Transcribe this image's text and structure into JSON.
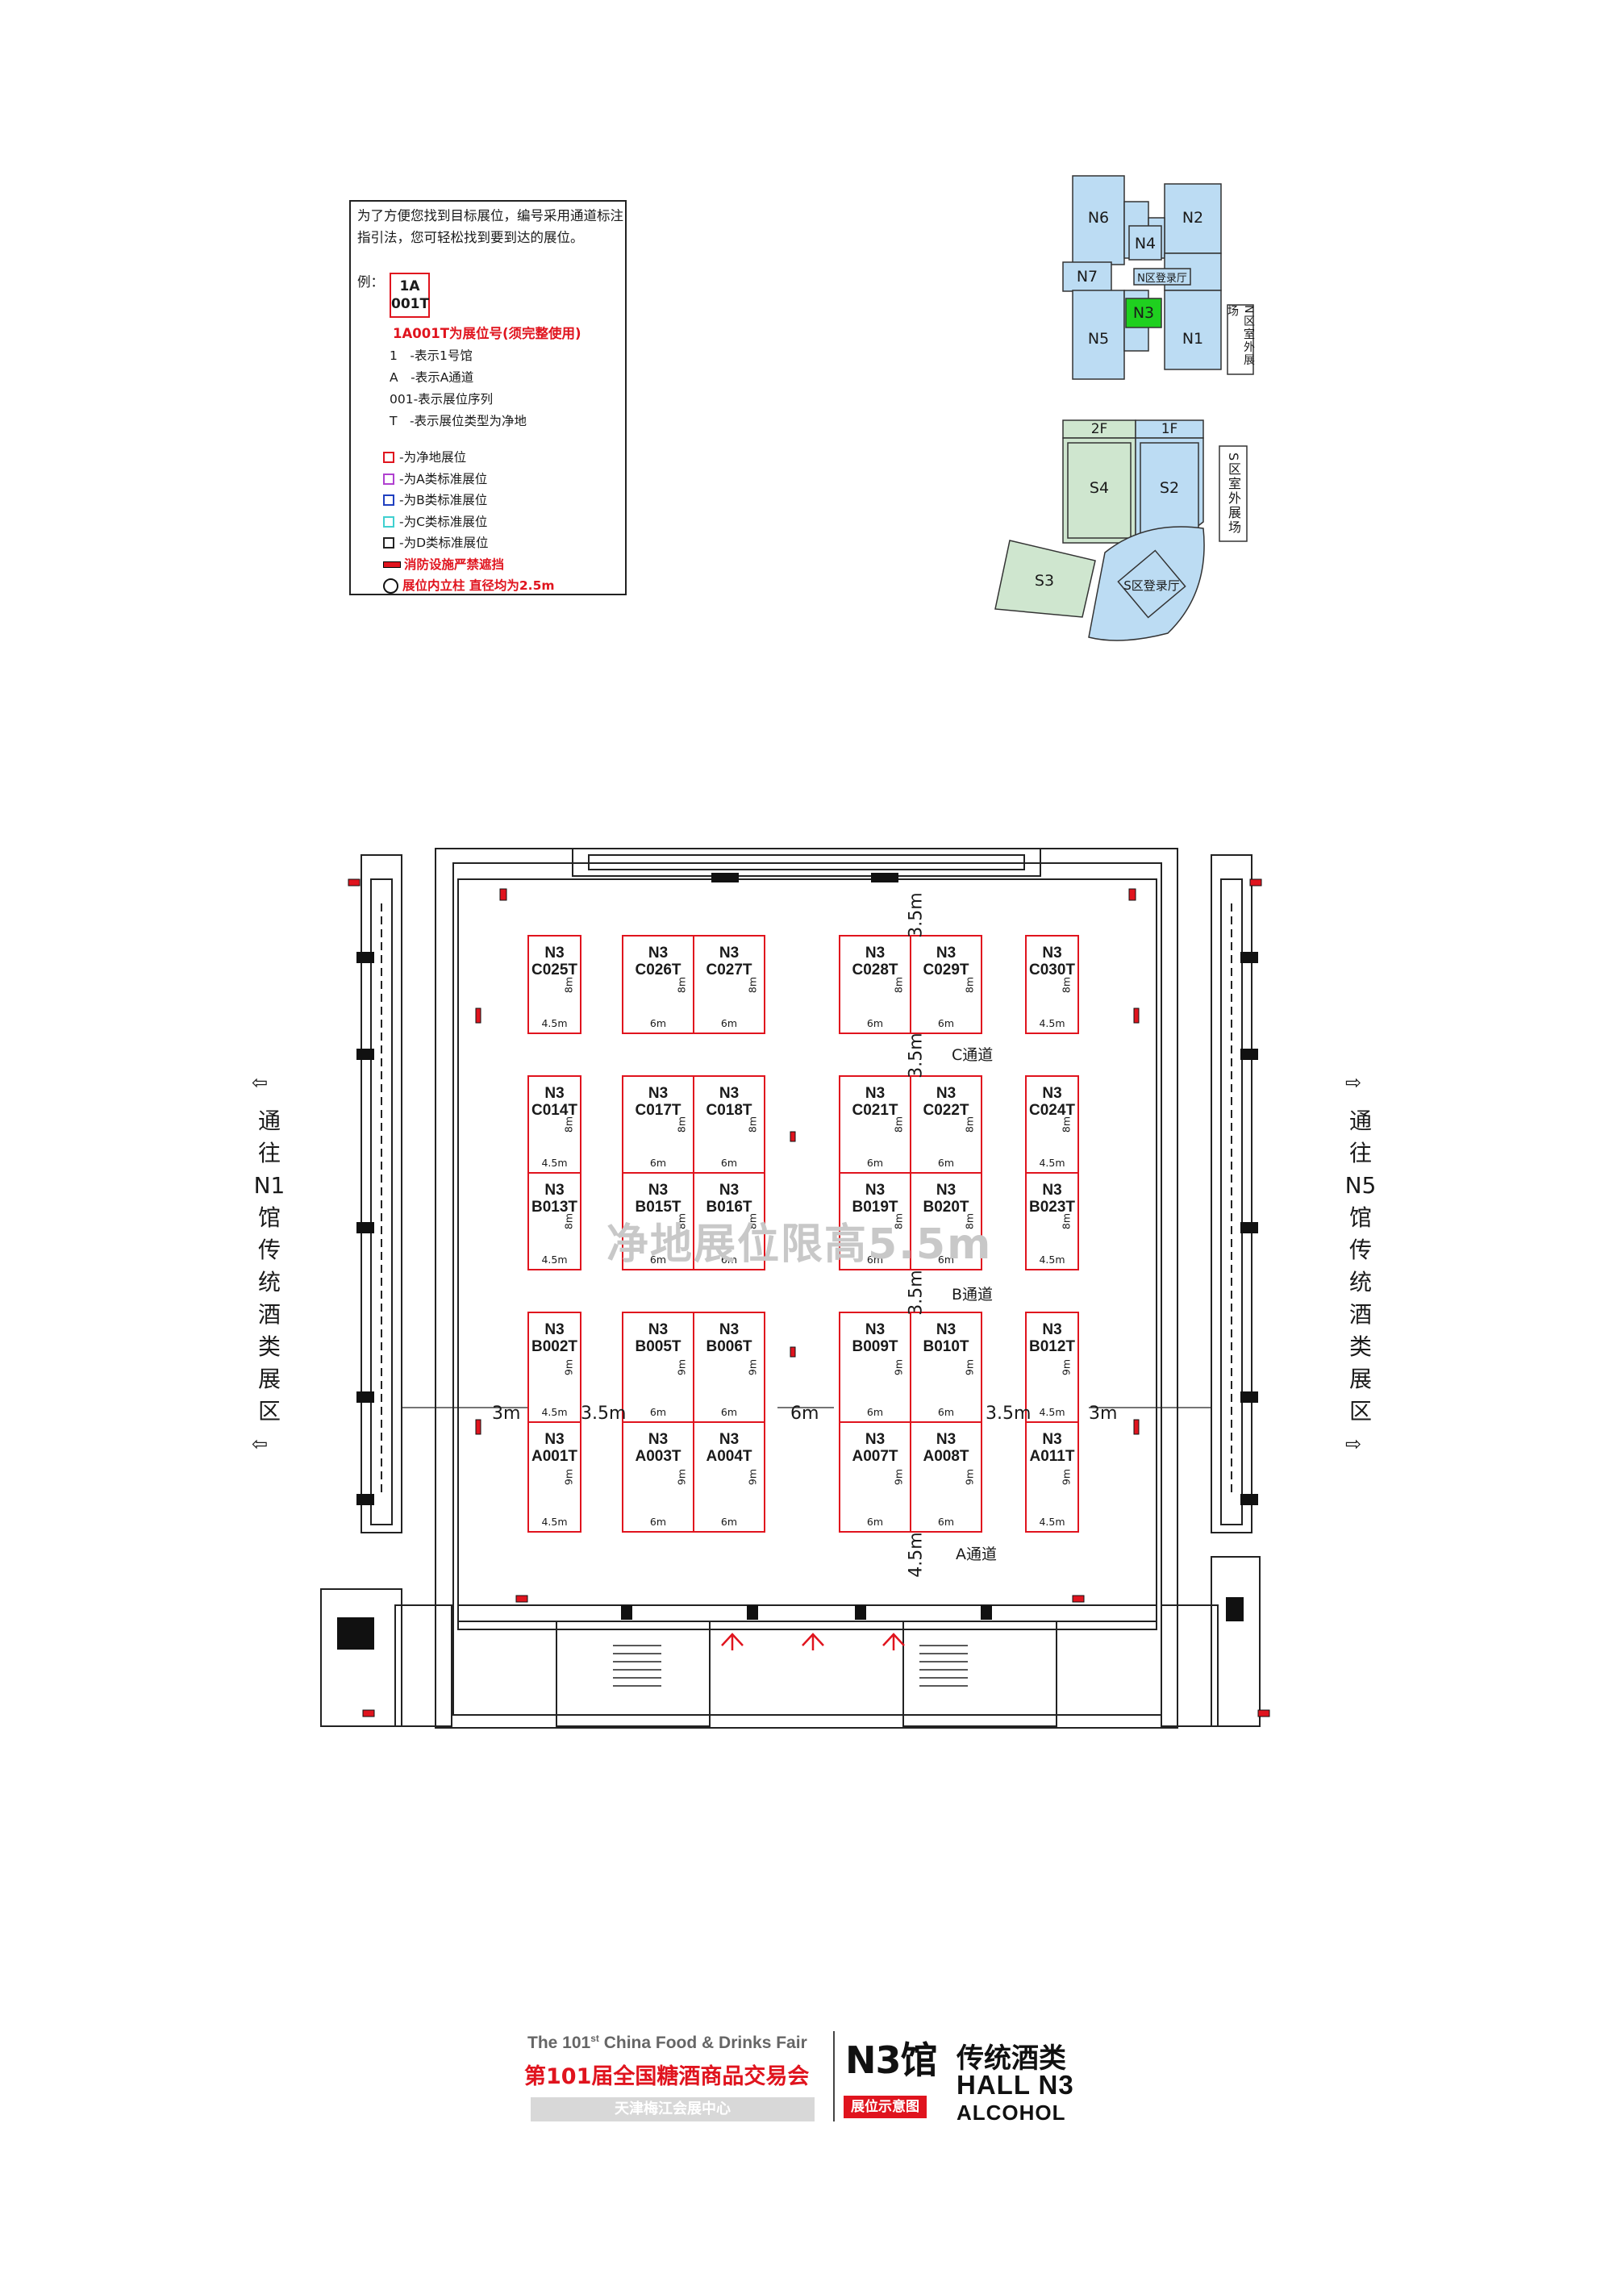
{
  "legend": {
    "intro": "为了方便您找到目标展位，编号采用通道标注指引法，您可轻松找到要到达的展位。",
    "example_label": "例：",
    "example_line1": "1A",
    "example_line2": "001T",
    "bid_note": "1A001T为展位号(须完整使用)",
    "codes": [
      "1　-表示1号馆",
      "A　-表示A通道",
      "001-表示展位序列",
      "T　-表示展位类型为净地"
    ],
    "types": [
      {
        "label": "-为净地展位",
        "color": "#e0141e"
      },
      {
        "label": "-为A类标准展位",
        "color": "#b040d0"
      },
      {
        "label": "-为B类标准展位",
        "color": "#2040c0"
      },
      {
        "label": "-为C类标准展位",
        "color": "#40d0d0"
      },
      {
        "label": "-为D类标准展位",
        "color": "#222222"
      }
    ],
    "fire_note": "消防设施严禁遮挡",
    "pillar_note": "展位内立柱 直径均为2.5m"
  },
  "keymap_n": {
    "zones": [
      "N6",
      "N2",
      "N4",
      "N7",
      "N区登录厅",
      "N3",
      "N5",
      "N1",
      "N区室外展场"
    ],
    "colors": {
      "hall": "#bcdcf3",
      "active": "#1fd01f"
    }
  },
  "keymap_s": {
    "zones": [
      "2F",
      "1F",
      "S4",
      "S2",
      "S区室外展场",
      "S3",
      "S区登录厅"
    ],
    "colors": {
      "s4": "#cfe6cf",
      "s2": "#bcdcf3"
    }
  },
  "floorplan": {
    "booths": [
      {
        "l1": "N3",
        "l2": "C025T",
        "w": "4.5m",
        "d": "8m"
      },
      {
        "l1": "N3",
        "l2": "C026T",
        "w": "6m",
        "d": "8m"
      },
      {
        "l1": "N3",
        "l2": "C027T",
        "w": "6m",
        "d": "8m"
      },
      {
        "l1": "N3",
        "l2": "C028T",
        "w": "6m",
        "d": "8m"
      },
      {
        "l1": "N3",
        "l2": "C029T",
        "w": "6m",
        "d": "8m"
      },
      {
        "l1": "N3",
        "l2": "C030T",
        "w": "4.5m",
        "d": "8m"
      },
      {
        "l1": "N3",
        "l2": "C014T",
        "w": "4.5m",
        "d": "8m"
      },
      {
        "l1": "N3",
        "l2": "C017T",
        "w": "6m",
        "d": "8m"
      },
      {
        "l1": "N3",
        "l2": "C018T",
        "w": "6m",
        "d": "8m"
      },
      {
        "l1": "N3",
        "l2": "C021T",
        "w": "6m",
        "d": "8m"
      },
      {
        "l1": "N3",
        "l2": "C022T",
        "w": "6m",
        "d": "8m"
      },
      {
        "l1": "N3",
        "l2": "C024T",
        "w": "4.5m",
        "d": "8m"
      },
      {
        "l1": "N3",
        "l2": "B013T",
        "w": "4.5m",
        "d": "8m"
      },
      {
        "l1": "N3",
        "l2": "B015T",
        "w": "6m",
        "d": "8m"
      },
      {
        "l1": "N3",
        "l2": "B016T",
        "w": "6m",
        "d": "8m"
      },
      {
        "l1": "N3",
        "l2": "B019T",
        "w": "6m",
        "d": "8m"
      },
      {
        "l1": "N3",
        "l2": "B020T",
        "w": "6m",
        "d": "8m"
      },
      {
        "l1": "N3",
        "l2": "B023T",
        "w": "4.5m",
        "d": "8m"
      },
      {
        "l1": "N3",
        "l2": "B002T",
        "w": "4.5m",
        "d": "9m"
      },
      {
        "l1": "N3",
        "l2": "B005T",
        "w": "6m",
        "d": "9m"
      },
      {
        "l1": "N3",
        "l2": "B006T",
        "w": "6m",
        "d": "9m"
      },
      {
        "l1": "N3",
        "l2": "B009T",
        "w": "6m",
        "d": "9m"
      },
      {
        "l1": "N3",
        "l2": "B010T",
        "w": "6m",
        "d": "9m"
      },
      {
        "l1": "N3",
        "l2": "B012T",
        "w": "4.5m",
        "d": "9m"
      },
      {
        "l1": "N3",
        "l2": "A001T",
        "w": "4.5m",
        "d": "9m"
      },
      {
        "l1": "N3",
        "l2": "A003T",
        "w": "6m",
        "d": "9m"
      },
      {
        "l1": "N3",
        "l2": "A004T",
        "w": "6m",
        "d": "9m"
      },
      {
        "l1": "N3",
        "l2": "A007T",
        "w": "6m",
        "d": "9m"
      },
      {
        "l1": "N3",
        "l2": "A008T",
        "w": "6m",
        "d": "9m"
      },
      {
        "l1": "N3",
        "l2": "A011T",
        "w": "4.5m",
        "d": "9m"
      }
    ],
    "aisles": {
      "c": "C通道",
      "b": "B通道",
      "a": "A通道"
    },
    "dims": {
      "top_gap": "3.5m",
      "c_gap": "3.5m",
      "b_gap": "3.5m",
      "a_gap": "4.5m",
      "left_outer": "3m",
      "left_inner": "3.5m",
      "center": "6m",
      "right_inner": "3.5m",
      "right_outer": "3m"
    },
    "watermark": "净地展位限高5.5m",
    "left_side": [
      "通",
      "往",
      "N1",
      "馆",
      "传",
      "统",
      "酒",
      "类",
      "展",
      "区"
    ],
    "right_side": [
      "通",
      "往",
      "N5",
      "馆",
      "传",
      "统",
      "酒",
      "类",
      "展",
      "区"
    ],
    "arrow_left": "⇦",
    "arrow_right": "⇨"
  },
  "footer": {
    "en_prefix": "The 101",
    "en_sup": "st",
    "en_suffix": " China Food & Drinks Fair",
    "cn_title": "第101届全国糖酒商品交易会",
    "venue": "天津梅江会展中心",
    "hall_cn": "N3馆",
    "tag": "展位示意图",
    "category_cn": "传统酒类",
    "hall_en": "HALL N3",
    "category_en": "ALCOHOL"
  }
}
